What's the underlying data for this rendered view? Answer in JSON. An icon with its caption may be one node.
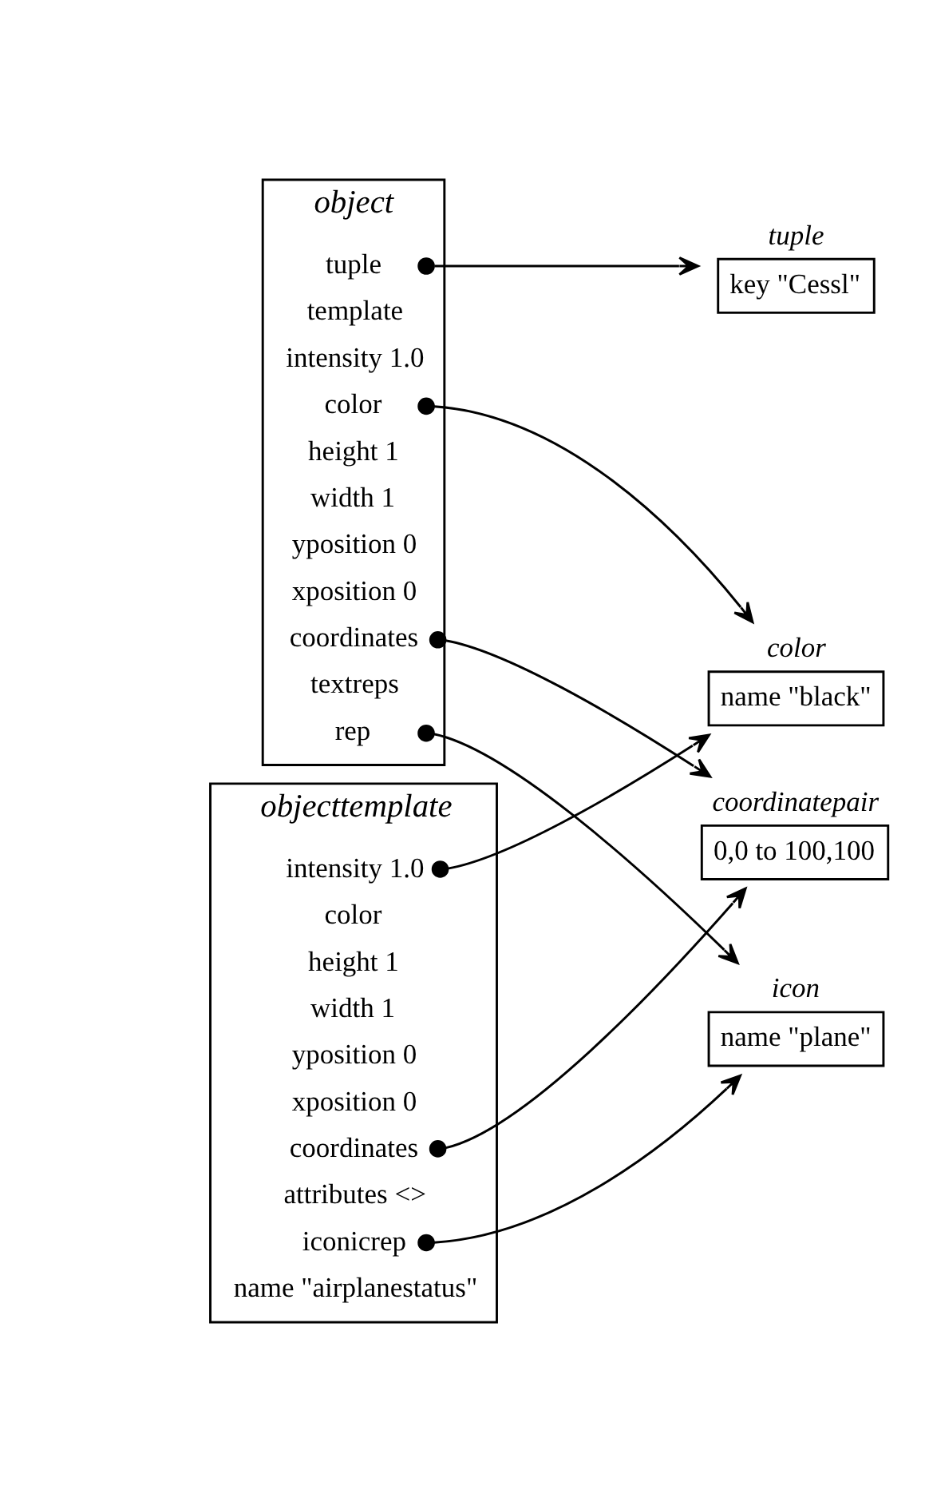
{
  "diagram": {
    "nodes": [
      {
        "text": [
          "objecttemplate"
        ]
      },
      {
        "text": [
          "name \"airplanestatus\""
        ],
        "in": 0
      },
      {
        "text": [
          "iconicrep"
        ],
        "in": 0
      },
      {
        "text": [
          "attributes <>"
        ],
        "in": 0
      },
      {
        "text": [
          "coordinates"
        ],
        "in": 0
      },
      {
        "text": [
          "xposition 0"
        ],
        "in": 0
      },
      {
        "text": [
          "yposition 0"
        ],
        "in": 0
      },
      {
        "text": [
          "width 1"
        ],
        "in": 0
      },
      {
        "text": [
          "height 1"
        ],
        "in": 0
      },
      {
        "text": [
          "color"
        ],
        "in": 0
      },
      {
        "text": [
          "intensity 1.0"
        ],
        "in": 0
      },
      {
        "text": [
          "icon",
          "name \"plane\""
        ]
      },
      {
        "text": [
          "coordinatepair",
          "0,0 to 100,100"
        ]
      },
      {
        "text": [
          "color",
          "name \"black\""
        ]
      },
      {
        "text": [
          "object"
        ]
      },
      {
        "text": [
          "template"
        ],
        "in": 14
      },
      {
        "text": [
          "tuple"
        ],
        "in": 14
      },
      {
        "text": [
          "rep"
        ],
        "in": 14
      },
      {
        "text": [
          "textreps"
        ],
        "in": 14
      },
      {
        "text": [
          "coordinates"
        ],
        "in": 14
      },
      {
        "text": [
          "xposition 0"
        ],
        "in": 14
      },
      {
        "text": [
          "yposition 0"
        ],
        "in": 14
      },
      {
        "text": [
          "width 1"
        ],
        "in": 14
      },
      {
        "text": [
          "height 1"
        ],
        "in": 14
      },
      {
        "text": [
          "color"
        ],
        "in": 14
      },
      {
        "text": [
          "intensity 1.0"
        ],
        "in": 14
      },
      {
        "text": [
          "tuple",
          "key \"Cessl\""
        ]
      }
    ],
    "edges": [
      {
        "from": 2,
        "to": 11,
        "arrow": "to"
      },
      {
        "from": 4,
        "to": 12,
        "arrow": "to"
      },
      {
        "from": 10,
        "to": 13,
        "arrow": "to"
      },
      {
        "from": 16,
        "to": 26,
        "arrow": "to"
      },
      {
        "from": 17,
        "to": 11,
        "arrow": "to"
      },
      {
        "from": 19,
        "to": 12,
        "arrow": "to"
      },
      {
        "from": 24,
        "to": 13,
        "arrow": "to"
      }
    ]
  }
}
